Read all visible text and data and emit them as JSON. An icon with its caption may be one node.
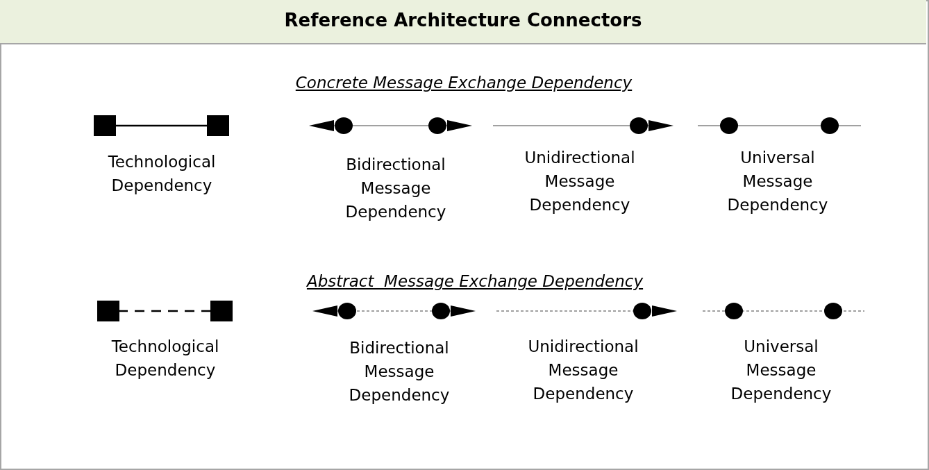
{
  "diagram": {
    "title": "Reference Architecture Connectors",
    "labels": [
      "Concrete Message Exchange Dependency",
      "Abstract  Message Exchange Dependency"
    ],
    "legend": [
      {
        "text": "Technological Dependency"
      },
      {
        "text": "Bidirectional Message Dependency"
      },
      {
        "text": "Unidirectional Message Dependency"
      },
      {
        "text": "Universal Message Dependency"
      },
      {
        "text": "Technological Dependency"
      },
      {
        "text": "Bidirectional Message Dependency"
      },
      {
        "text": "Unidirectional Message Dependency"
      },
      {
        "text": "Universal Message Dependency"
      }
    ]
  }
}
